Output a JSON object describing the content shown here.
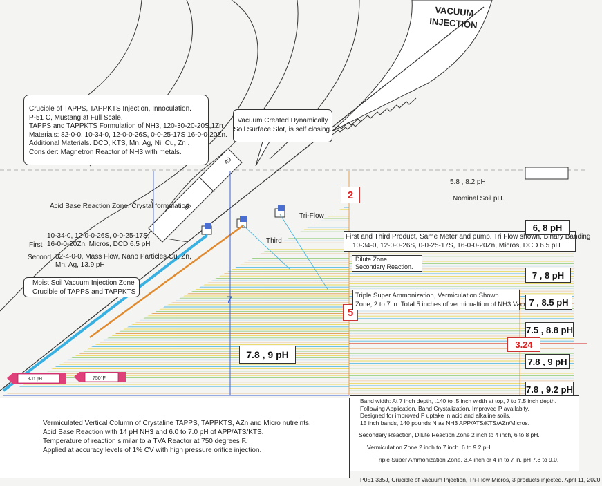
{
  "vacuum_label_line1": "VACUUM",
  "vacuum_label_line2": "INJECTION",
  "crucible_box": {
    "lines": [
      "Crucible of TAPPS, TAPPKTS Injection, Innoculation.",
      "P-51 C, Mustang at Full Scale.",
      "TAPPS and TAPPKTS Formulation of NH3, 120-30-20-20S,1Zn",
      "Materials: 82-0-0, 10-34-0, 12-0-0-26S, 0-0-25-17S 16-0-0-20Zn.",
      "Additional Materials. DCD, KTS, Mn, Ag, Ni, Cu, Zn .",
      "Consider: Magnetron Reactor of NH3 with metals."
    ]
  },
  "vacuum_callout": [
    "Vacuum Created Dynamically",
    "Soil Surface Slot, is self closing."
  ],
  "tool_label_49_a": "49",
  "tool_label_49_b": "49",
  "depth_2_label": "2",
  "acid_base_zone": "Acid Base Reaction Zone. Crystal formulation",
  "first_product": {
    "line1": "10-34-0, 12-0-0-26S, 0-0-25-17S,",
    "prefix": "First",
    "line2": "16-0-0-20Zn, Micros, DCD   6.5 pH"
  },
  "second_product": {
    "prefix": "Second",
    "line1": "82-4-0-0, Mass Flow,  Nano Particles Cu, Zn,",
    "line2": "Mn, Ag, 13.9 pH"
  },
  "moist_soil_box": [
    "Moist Soil Vacuum Injection Zone",
    "Crucible of TAPPS and TAPPKTS"
  ],
  "tri_flow_label": "Tri-Flow",
  "third_label": "Third",
  "big_depth_label": "7",
  "soil_ph": {
    "range": "5.8 , 8.2 pH",
    "label": "Nominal Soil pH."
  },
  "red_depth_top": "2",
  "red_depth_mid": "5",
  "red_value": "3.24",
  "first_third_box": {
    "line1": "First and Third Product, Same Meter and pump. Tri Flow shown, Binary Banding",
    "line2": "10-34-0, 12-0-0-26S, 0-0-25-17S, 16-0-0-20Zn, Micros, DCD   6.5 pH"
  },
  "dilute_box": [
    "Dilute Zone",
    "Secondary Reaction."
  ],
  "triple_box": [
    "Triple Super Ammonization, Vermiculation Shown.",
    "Zone, 2 to 7 in. Total 5 inches of vermicualtion of NH3 Vacuum."
  ],
  "ph_boxes": [
    "6, 8 pH",
    "7 , 8 pH",
    "7 , 8.5 pH",
    "7.5 , 8.8 pH",
    "7.8 , 9 pH",
    "7.8 , 9.2 pH"
  ],
  "center_ph": "7.8 , 9 pH",
  "temp_tag_1": "8-11 pH",
  "temp_tag_2": "750°F",
  "bottom_left_notes": [
    "Vermiculated Vertical Column of Crystaline TAPPS, TAPPKTS,  AZn and Micro nutreints.",
    "Acid Base Reaction with 14 pH NH3 and 6.0 to 7.0 pH of APP/ATS/KTS.",
    "Temperature of reaction similar to a TVA Reactor at 750 degrees F.",
    "Applied at accuracy levels of 1% CV with high pressure orifice injection."
  ],
  "bandwidth_notes": [
    "Band width: At 7 inch depth, .140 to .5 inch width at top,  7 to 7.5  inch depth.",
    "Following Application, Band Crystalization, Improved P availabity.",
    "Designed for improved P uptake in acid and alkaline soils.",
    "15 inch bands, 140 pounds N as NH3 APP/ATS/KTS/AZn/Micros."
  ],
  "zone_notes": [
    "Secondary Reaction, Dilute Reaction Zone 2 inch to 4 inch, 6 to 8 pH.",
    "Vermiculation Zone 2 inch to 7 inch. 6 to 9.2 pH",
    "Triple Super Ammonization Zone,  3.4 inch or 4  in to 7 in. pH 7.8 to 9.0."
  ],
  "footer": "P051 335J, Crucible of Vacuum Injection, Tri-Flow Micros, 3 products injected. April 11, 2020.",
  "colors": {
    "cyan": "#3ab0e0",
    "orange": "#e08a30",
    "red": "#d22222",
    "yellow": "#e8d640",
    "green": "#86c76a",
    "blue": "#3a5fd0"
  }
}
